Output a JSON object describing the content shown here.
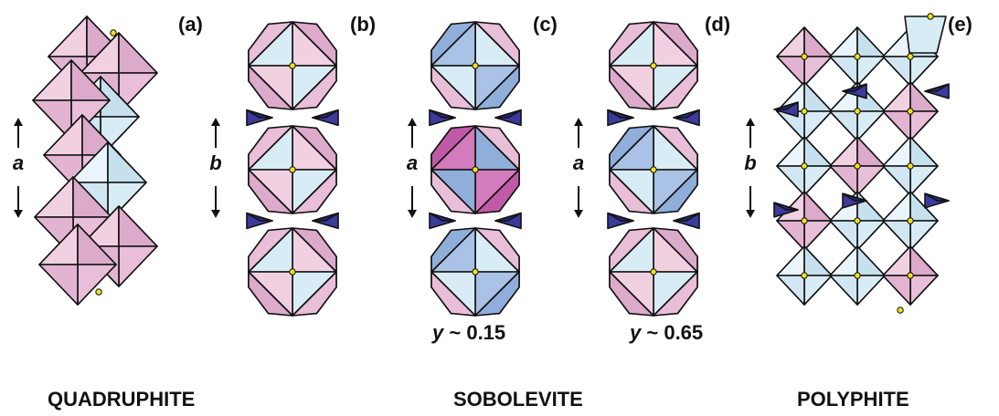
{
  "panels": [
    {
      "label": "(a)",
      "axis": "a",
      "mineral": "QUADRUPHITE"
    },
    {
      "label": "(b)",
      "axis": "b"
    },
    {
      "label": "(c)",
      "axis": "a",
      "y_label": "y",
      "y_value": "~ 0.15",
      "mineral": "SOBOLEVITE"
    },
    {
      "label": "(d)",
      "axis": "a",
      "y_label": "y",
      "y_value": "~ 0.65"
    },
    {
      "label": "(e)",
      "axis": "b",
      "mineral": "POLYPHITE"
    }
  ],
  "colors": {
    "pink": "#e9bed8",
    "light_blue": "#d8ecf6",
    "mid_blue": "#8faed9",
    "magenta": "#c059a6",
    "dark_blue": "#3c3a9c",
    "edge": "#111111",
    "atom": "#f0e020"
  }
}
